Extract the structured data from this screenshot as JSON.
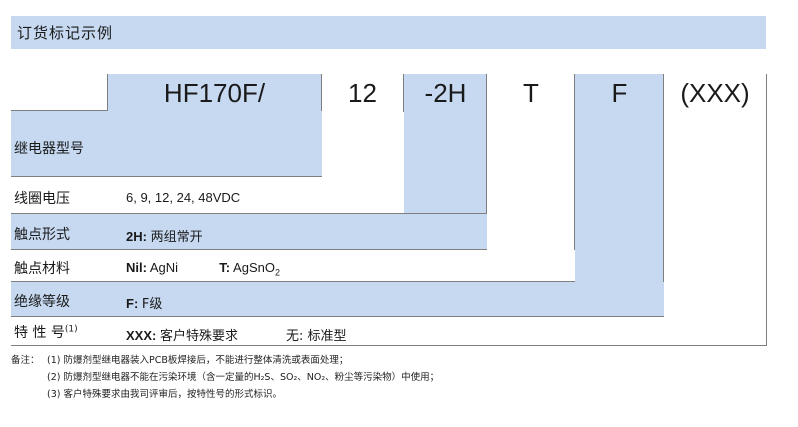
{
  "header": {
    "title": "订货标记示例"
  },
  "code": {
    "model": "HF170F/",
    "voltage": "12",
    "contact": "-2H",
    "material": "T",
    "insulation": "F",
    "special": "(XXX)"
  },
  "rows": {
    "relay_type": {
      "label": "继电器型号"
    },
    "coil_voltage": {
      "label": "线圈电压",
      "value": "6, 9, 12, 24, 48VDC"
    },
    "contact_form": {
      "label": "触点形式",
      "key": "2H:",
      "desc": "两组常开"
    },
    "contact_material": {
      "label": "触点材料",
      "opt1_key": "Nil:",
      "opt1_val": "AgNi",
      "opt2_key": "T:",
      "opt2_val": "AgSnO",
      "opt2_sub": "2"
    },
    "insulation": {
      "label": "绝缘等级",
      "key": "F:",
      "desc": "F级"
    },
    "special": {
      "label": "特 性 号",
      "note_ref": "(1)",
      "key": "XXX:",
      "desc": "客户特殊要求",
      "alt": "无: 标准型"
    }
  },
  "notes": {
    "prefix": "备注：",
    "n1": "(1)  防爆剂型继电器装入PCB板焊接后，不能进行整体清洗或表面处理；",
    "n2": "(2)  防爆剂型继电器不能在污染环境（含一定量的H₂S、SO₂、NO₂、粉尘等污染物）中使用；",
    "n3": "(3)  客户特殊要求由我司评审后，按特性号的形式标识。"
  },
  "colors": {
    "band": "#c6d9f1",
    "border": "#7f7f7f"
  }
}
